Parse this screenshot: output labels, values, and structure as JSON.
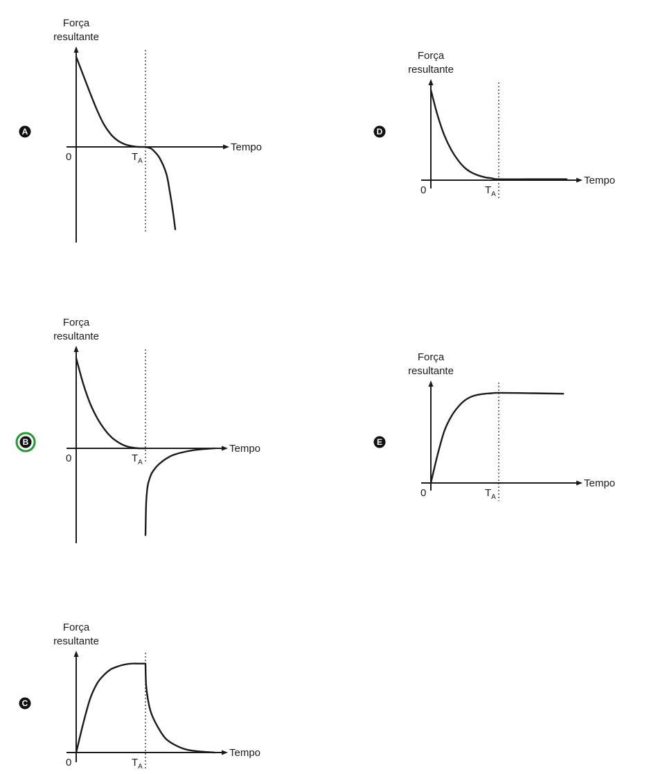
{
  "chart_data": [
    {
      "type": "line",
      "option": "A",
      "ylabel_line1": "Força",
      "ylabel_line2": "resultante",
      "xlabel": "Tempo",
      "origin_label": "0",
      "mark_label": "T",
      "mark_sub": "A",
      "mark_x": 1.0,
      "xlim": [
        0,
        2.2
      ],
      "ylim": [
        -1.05,
        1.0
      ],
      "series": [
        {
          "x": [
            0,
            0.1,
            0.2,
            0.3,
            0.4,
            0.5,
            0.6,
            0.7,
            0.8,
            0.9,
            1.0
          ],
          "y": [
            1.0,
            0.8,
            0.6,
            0.41,
            0.25,
            0.14,
            0.07,
            0.03,
            0.01,
            0.0,
            0.0
          ]
        },
        {
          "x": [
            1.0,
            1.05,
            1.1,
            1.2,
            1.3,
            1.35,
            1.4,
            1.43
          ],
          "y": [
            0.0,
            -0.01,
            -0.03,
            -0.12,
            -0.3,
            -0.5,
            -0.75,
            -0.93
          ]
        }
      ]
    },
    {
      "type": "line",
      "option": "B",
      "selected": true,
      "ylabel_line1": "Força",
      "ylabel_line2": "resultante",
      "xlabel": "Tempo",
      "origin_label": "0",
      "mark_label": "T",
      "mark_sub": "A",
      "mark_x": 1.0,
      "xlim": [
        0,
        2.2
      ],
      "ylim": [
        -1.05,
        1.0
      ],
      "series": [
        {
          "x": [
            0,
            0.1,
            0.2,
            0.3,
            0.4,
            0.5,
            0.6,
            0.7,
            0.8,
            0.9,
            1.0
          ],
          "y": [
            1.0,
            0.72,
            0.5,
            0.34,
            0.22,
            0.13,
            0.07,
            0.03,
            0.01,
            0.0,
            0.0
          ]
        },
        {
          "x": [
            1.0,
            1.01,
            1.03,
            1.06,
            1.1,
            1.2,
            1.35,
            1.5,
            1.7,
            1.9,
            2.0
          ],
          "y": [
            -0.95,
            -0.6,
            -0.42,
            -0.33,
            -0.26,
            -0.17,
            -0.09,
            -0.05,
            -0.02,
            -0.005,
            0.0
          ]
        }
      ]
    },
    {
      "type": "line",
      "option": "C",
      "ylabel_line1": "Força",
      "ylabel_line2": "resultante",
      "xlabel": "Tempo",
      "origin_label": "0",
      "mark_label": "T",
      "mark_sub": "A",
      "mark_x": 1.0,
      "xlim": [
        0,
        2.2
      ],
      "ylim": [
        0,
        1.0
      ],
      "series": [
        {
          "x": [
            0,
            0.1,
            0.2,
            0.3,
            0.4,
            0.5,
            0.6,
            0.7,
            0.8,
            0.9,
            1.0
          ],
          "y": [
            0.0,
            0.3,
            0.56,
            0.72,
            0.81,
            0.87,
            0.9,
            0.92,
            0.93,
            0.93,
            0.93
          ]
        },
        {
          "x": [
            1.0,
            1.01,
            1.05,
            1.1,
            1.2,
            1.3,
            1.45,
            1.6,
            1.8,
            2.0
          ],
          "y": [
            0.93,
            0.7,
            0.5,
            0.38,
            0.24,
            0.14,
            0.07,
            0.03,
            0.01,
            0.0
          ]
        }
      ]
    },
    {
      "type": "line",
      "option": "D",
      "ylabel_line1": "Força",
      "ylabel_line2": "resultante",
      "xlabel": "Tempo",
      "origin_label": "0",
      "mark_label": "T",
      "mark_sub": "A",
      "mark_x": 1.0,
      "xlim": [
        0,
        2.2
      ],
      "ylim": [
        0,
        1.0
      ],
      "series": [
        {
          "x": [
            0,
            0.1,
            0.2,
            0.3,
            0.4,
            0.5,
            0.6,
            0.7,
            0.8,
            0.9,
            1.0,
            1.5,
            2.0
          ],
          "y": [
            0.95,
            0.68,
            0.47,
            0.32,
            0.21,
            0.13,
            0.08,
            0.05,
            0.03,
            0.02,
            0.01,
            0.01,
            0.01
          ]
        }
      ]
    },
    {
      "type": "line",
      "option": "E",
      "ylabel_line1": "Força",
      "ylabel_line2": "resultante",
      "xlabel": "Tempo",
      "origin_label": "0",
      "mark_label": "T",
      "mark_sub": "A",
      "mark_x": 1.0,
      "xlim": [
        0,
        2.2
      ],
      "ylim": [
        0,
        1.0
      ],
      "series": [
        {
          "x": [
            0,
            0.1,
            0.2,
            0.3,
            0.4,
            0.5,
            0.6,
            0.7,
            0.8,
            0.9,
            1.0,
            1.5,
            1.95
          ],
          "y": [
            0.0,
            0.3,
            0.55,
            0.7,
            0.8,
            0.87,
            0.91,
            0.93,
            0.94,
            0.945,
            0.95,
            0.945,
            0.94
          ]
        }
      ]
    }
  ]
}
